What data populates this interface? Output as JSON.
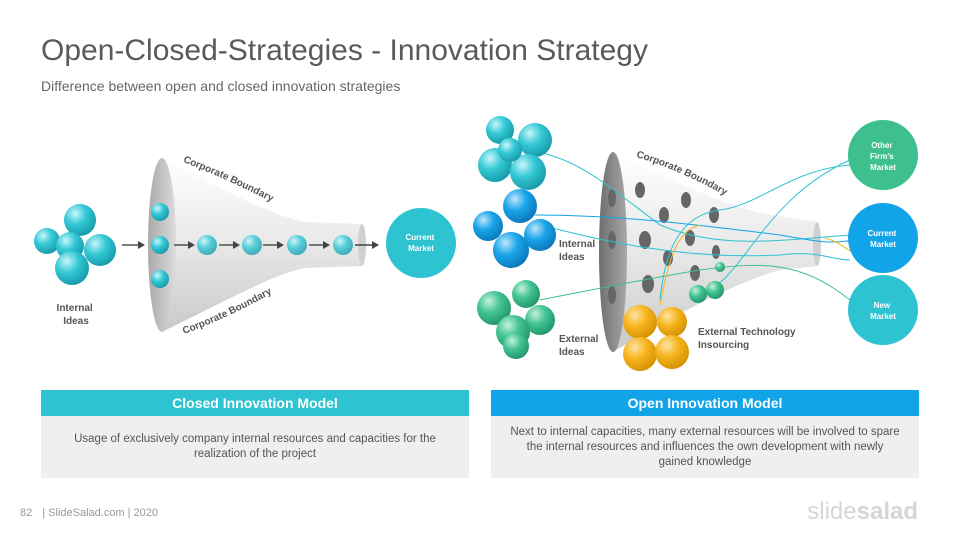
{
  "header": {
    "title": "Open-Closed-Strategies  - Innovation Strategy",
    "subtitle": "Difference between open and closed innovation strategies"
  },
  "closed_model": {
    "boundary_top": "Corporate Boundary",
    "boundary_bottom": "Corporate Boundary",
    "internal_ideas": [
      "Internal",
      "Ideas"
    ],
    "market": [
      "Current",
      "Market"
    ],
    "panel_title": "Closed Innovation Model",
    "panel_text": "Usage of exclusively company internal resources and capacities for the realization of the project"
  },
  "open_model": {
    "boundary": "Corporate Boundary",
    "internal_ideas": [
      "Internal",
      "Ideas"
    ],
    "external_ideas": [
      "External",
      "Ideas"
    ],
    "external_tech": [
      "External Technology",
      "Insourcing"
    ],
    "markets": [
      {
        "lines": [
          "Other",
          "Firm's",
          "Market"
        ]
      },
      {
        "lines": [
          "Current",
          "Market"
        ]
      },
      {
        "lines": [
          "New",
          "Market"
        ]
      }
    ],
    "panel_title": "Open Innovation Model",
    "panel_text": "Next to internal capacities, many external resources will be involved to spare the internal resources and influences the own development with newly gained knowledge"
  },
  "footer": {
    "page_number": "82",
    "site": "| SlideSalad.com | 2020",
    "brand_light": "slide",
    "brand_bold": "salad"
  },
  "colors": {
    "teal": "#2ec3d1",
    "blue": "#12a4e8",
    "green": "#3dbf8e",
    "orange": "#f6b21b",
    "text_gray": "#5a5a5a"
  }
}
